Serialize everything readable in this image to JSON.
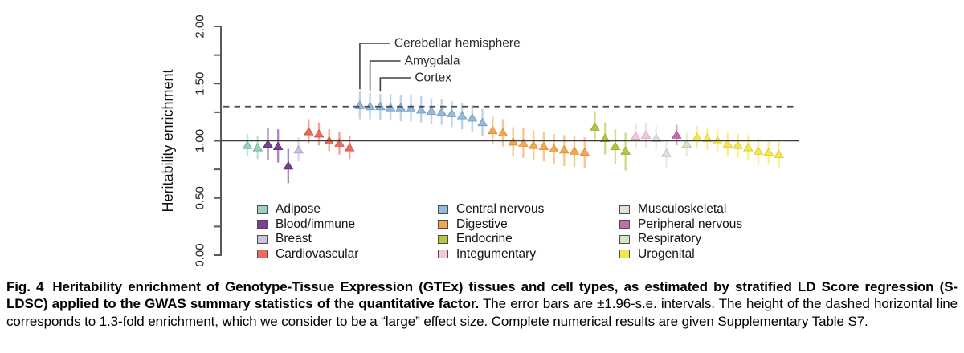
{
  "figure": {
    "caption": {
      "label": "Fig. 4",
      "bold_text": "Heritability enrichment of Genotype-Tissue Expression (GTEx) tissues and cell types, as estimated by stratified LD Score regression (S-LDSC) applied to the GWAS summary statistics of the quantitative factor.",
      "regular_text": "The error bars are ±1.96-s.e. intervals. The height of the dashed horizontal line corresponds to 1.3-fold enrichment, which we consider to be a “large” effect size. Complete numerical results are given Supplementary Table S7."
    }
  },
  "chart_data": {
    "type": "scatter",
    "marker": "triangle-up",
    "title": "",
    "xlabel": "",
    "ylabel": "Heritability enrichment",
    "ylim": [
      0.0,
      2.0
    ],
    "y_major_ticks": [
      0.0,
      0.5,
      1.0,
      1.5,
      2.0
    ],
    "y_tick_labels": [
      "0.00",
      "0.50",
      "1.00",
      "1.50",
      "2.00"
    ],
    "y_minor_tick_step": 0.25,
    "grid": false,
    "legend_position": "bottom",
    "reference_lines": {
      "solid": 1.0,
      "dashed": 1.3
    },
    "groups": [
      {
        "name": "Adipose",
        "color": "#98d2b8",
        "edge": "#5fae8e"
      },
      {
        "name": "Blood/immune",
        "color": "#7b3f99",
        "edge": "#4c2a66"
      },
      {
        "name": "Breast",
        "color": "#c8c1df",
        "edge": "#a79ec7"
      },
      {
        "name": "Cardiovascular",
        "color": "#ee6a5c",
        "edge": "#d14a3d"
      },
      {
        "name": "Central nervous",
        "color": "#94bbdd",
        "edge": "#6a97c4"
      },
      {
        "name": "Digestive",
        "color": "#f5a74f",
        "edge": "#e08a2c"
      },
      {
        "name": "Endocrine",
        "color": "#b3c840",
        "edge": "#8fa32e"
      },
      {
        "name": "Integumentary",
        "color": "#f4c6da",
        "edge": "#dd9ebd"
      },
      {
        "name": "Musculoskeletal",
        "color": "#e0e0e0",
        "edge": "#b9b9b9"
      },
      {
        "name": "Peripheral nervous",
        "color": "#bd6fae",
        "edge": "#a05596"
      },
      {
        "name": "Respiratory",
        "color": "#d4e4c5",
        "edge": "#aac79a"
      },
      {
        "name": "Urogenital",
        "color": "#f5e74a",
        "edge": "#d9c92a"
      }
    ],
    "points": [
      {
        "g": 0,
        "v": 0.96,
        "lo": 0.87,
        "hi": 1.06
      },
      {
        "g": 0,
        "v": 0.94,
        "lo": 0.84,
        "hi": 1.04
      },
      {
        "g": 1,
        "v": 0.97,
        "lo": 0.83,
        "hi": 1.11
      },
      {
        "g": 1,
        "v": 0.95,
        "lo": 0.81,
        "hi": 1.1
      },
      {
        "g": 1,
        "v": 0.78,
        "lo": 0.63,
        "hi": 0.93
      },
      {
        "g": 2,
        "v": 0.92,
        "lo": 0.82,
        "hi": 1.03
      },
      {
        "g": 3,
        "v": 1.08,
        "lo": 0.98,
        "hi": 1.19
      },
      {
        "g": 3,
        "v": 1.06,
        "lo": 0.96,
        "hi": 1.16
      },
      {
        "g": 3,
        "v": 1.0,
        "lo": 0.91,
        "hi": 1.1
      },
      {
        "g": 3,
        "v": 0.98,
        "lo": 0.88,
        "hi": 1.08
      },
      {
        "g": 3,
        "v": 0.94,
        "lo": 0.84,
        "hi": 1.04
      },
      {
        "g": 4,
        "v": 1.31,
        "lo": 1.19,
        "hi": 1.43
      },
      {
        "g": 4,
        "v": 1.3,
        "lo": 1.19,
        "hi": 1.42
      },
      {
        "g": 4,
        "v": 1.3,
        "lo": 1.18,
        "hi": 1.41
      },
      {
        "g": 4,
        "v": 1.29,
        "lo": 1.18,
        "hi": 1.41
      },
      {
        "g": 4,
        "v": 1.29,
        "lo": 1.17,
        "hi": 1.4
      },
      {
        "g": 4,
        "v": 1.28,
        "lo": 1.17,
        "hi": 1.4
      },
      {
        "g": 4,
        "v": 1.27,
        "lo": 1.16,
        "hi": 1.39
      },
      {
        "g": 4,
        "v": 1.26,
        "lo": 1.15,
        "hi": 1.37
      },
      {
        "g": 4,
        "v": 1.25,
        "lo": 1.14,
        "hi": 1.36
      },
      {
        "g": 4,
        "v": 1.24,
        "lo": 1.12,
        "hi": 1.35
      },
      {
        "g": 4,
        "v": 1.22,
        "lo": 1.1,
        "hi": 1.33
      },
      {
        "g": 4,
        "v": 1.2,
        "lo": 1.08,
        "hi": 1.31
      },
      {
        "g": 4,
        "v": 1.16,
        "lo": 1.04,
        "hi": 1.28
      },
      {
        "g": 5,
        "v": 1.09,
        "lo": 0.97,
        "hi": 1.21
      },
      {
        "g": 5,
        "v": 1.07,
        "lo": 0.95,
        "hi": 1.19
      },
      {
        "g": 5,
        "v": 0.99,
        "lo": 0.86,
        "hi": 1.12
      },
      {
        "g": 5,
        "v": 0.98,
        "lo": 0.85,
        "hi": 1.11
      },
      {
        "g": 5,
        "v": 0.96,
        "lo": 0.83,
        "hi": 1.09
      },
      {
        "g": 5,
        "v": 0.95,
        "lo": 0.82,
        "hi": 1.08
      },
      {
        "g": 5,
        "v": 0.93,
        "lo": 0.8,
        "hi": 1.06
      },
      {
        "g": 5,
        "v": 0.92,
        "lo": 0.78,
        "hi": 1.05
      },
      {
        "g": 5,
        "v": 0.91,
        "lo": 0.77,
        "hi": 1.04
      },
      {
        "g": 5,
        "v": 0.9,
        "lo": 0.76,
        "hi": 1.03
      },
      {
        "g": 6,
        "v": 1.12,
        "lo": 0.99,
        "hi": 1.26
      },
      {
        "g": 6,
        "v": 1.02,
        "lo": 0.88,
        "hi": 1.16
      },
      {
        "g": 6,
        "v": 0.95,
        "lo": 0.8,
        "hi": 1.1
      },
      {
        "g": 6,
        "v": 0.91,
        "lo": 0.74,
        "hi": 1.07
      },
      {
        "g": 7,
        "v": 1.04,
        "lo": 0.93,
        "hi": 1.15
      },
      {
        "g": 7,
        "v": 1.05,
        "lo": 0.94,
        "hi": 1.16
      },
      {
        "g": 8,
        "v": 1.02,
        "lo": 0.92,
        "hi": 1.13
      },
      {
        "g": 8,
        "v": 0.89,
        "lo": 0.76,
        "hi": 1.01
      },
      {
        "g": 9,
        "v": 1.05,
        "lo": 0.96,
        "hi": 1.14
      },
      {
        "g": 10,
        "v": 0.97,
        "lo": 0.87,
        "hi": 1.07
      },
      {
        "g": 11,
        "v": 1.03,
        "lo": 0.93,
        "hi": 1.13
      },
      {
        "g": 11,
        "v": 1.02,
        "lo": 0.92,
        "hi": 1.12
      },
      {
        "g": 11,
        "v": 1.0,
        "lo": 0.9,
        "hi": 1.1
      },
      {
        "g": 11,
        "v": 0.97,
        "lo": 0.87,
        "hi": 1.07
      },
      {
        "g": 11,
        "v": 0.96,
        "lo": 0.85,
        "hi": 1.06
      },
      {
        "g": 11,
        "v": 0.94,
        "lo": 0.83,
        "hi": 1.05
      },
      {
        "g": 11,
        "v": 0.91,
        "lo": 0.8,
        "hi": 1.02
      },
      {
        "g": 11,
        "v": 0.9,
        "lo": 0.79,
        "hi": 1.01
      },
      {
        "g": 11,
        "v": 0.88,
        "lo": 0.77,
        "hi": 0.99
      }
    ],
    "annotations": [
      {
        "label": "Cerebellar hemisphere",
        "point_index": 11
      },
      {
        "label": "Amygdala",
        "point_index": 12
      },
      {
        "label": "Cortex",
        "point_index": 13
      }
    ]
  }
}
